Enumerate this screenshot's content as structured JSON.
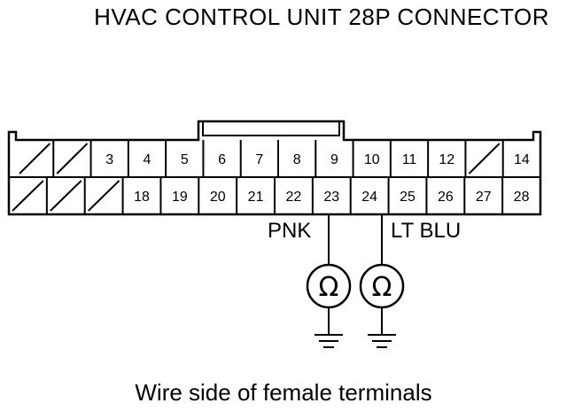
{
  "title": "HVAC CONTROL UNIT 28P CONNECTOR",
  "caption": "Wire side of female terminals",
  "connector": {
    "top_row": [
      {
        "type": "blank"
      },
      {
        "type": "blank"
      },
      {
        "type": "pin",
        "label": "3"
      },
      {
        "type": "pin",
        "label": "4"
      },
      {
        "type": "pin",
        "label": "5"
      },
      {
        "type": "pin",
        "label": "6"
      },
      {
        "type": "pin",
        "label": "7"
      },
      {
        "type": "pin",
        "label": "8"
      },
      {
        "type": "pin",
        "label": "9"
      },
      {
        "type": "pin",
        "label": "10"
      },
      {
        "type": "pin",
        "label": "11"
      },
      {
        "type": "pin",
        "label": "12"
      },
      {
        "type": "blank"
      },
      {
        "type": "pin",
        "label": "14"
      }
    ],
    "bottom_row": [
      {
        "type": "blank"
      },
      {
        "type": "blank"
      },
      {
        "type": "blank"
      },
      {
        "type": "pin",
        "label": "18"
      },
      {
        "type": "pin",
        "label": "19"
      },
      {
        "type": "pin",
        "label": "20"
      },
      {
        "type": "pin",
        "label": "21"
      },
      {
        "type": "pin",
        "label": "22"
      },
      {
        "type": "pin",
        "label": "23"
      },
      {
        "type": "pin",
        "label": "24"
      },
      {
        "type": "pin",
        "label": "25"
      },
      {
        "type": "pin",
        "label": "26"
      },
      {
        "type": "pin",
        "label": "27"
      },
      {
        "type": "pin",
        "label": "28"
      }
    ]
  },
  "probes": [
    {
      "pin": "23",
      "wire_color": "PNK",
      "meter_symbol": "Ω",
      "meter_icon": "ohmmeter-icon"
    },
    {
      "pin": "24",
      "wire_color": "LT BLU",
      "meter_symbol": "Ω",
      "meter_icon": "ohmmeter-icon"
    }
  ]
}
